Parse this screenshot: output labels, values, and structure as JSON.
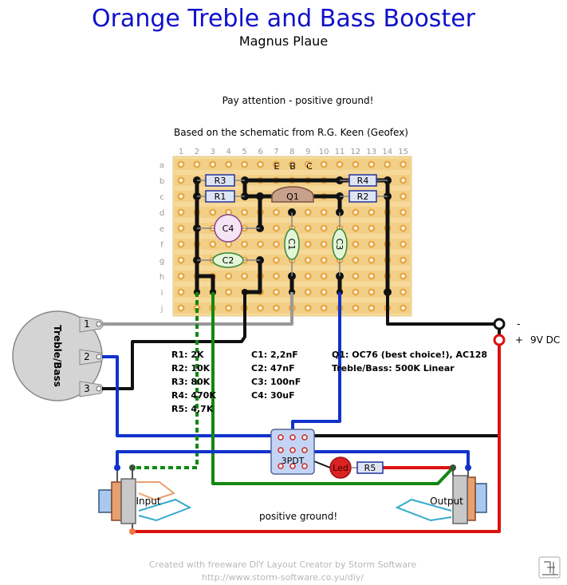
{
  "header": {
    "title": "Orange Treble and Bass Booster",
    "subtitle": "Magnus Plaue",
    "note_ground": "Pay attention - positive ground!",
    "note_source": "Based on the schematic from R.G. Keen (Geofex)"
  },
  "board": {
    "column_labels": [
      "1",
      "2",
      "3",
      "4",
      "5",
      "6",
      "7",
      "8",
      "9",
      "10",
      "11",
      "12",
      "13",
      "14",
      "15"
    ],
    "row_labels": [
      "a",
      "b",
      "c",
      "d",
      "e",
      "f",
      "g",
      "h",
      "i",
      "j"
    ],
    "transistor_pins": [
      "E",
      "B",
      "C"
    ],
    "strip_color": "#f6d99a",
    "pad_color": "#e8a33a"
  },
  "components": {
    "r3": "R3",
    "r1": "R1",
    "r4": "R4",
    "r2": "R2",
    "q1": "Q1",
    "c4": "C4",
    "c2": "C2",
    "c1": "C1",
    "c3": "C3",
    "led": "Led",
    "r5": "R5",
    "switch": "3PDT"
  },
  "pot": {
    "label": "Treble/Bass",
    "pins": [
      "1",
      "2",
      "3"
    ]
  },
  "power": {
    "minus": "-",
    "plus": "+",
    "label": "9V DC",
    "plus_color": "#dd1111",
    "minus_color": "#111111"
  },
  "jacks": {
    "input": "Input",
    "output": "Output"
  },
  "parts_list": {
    "resistors": [
      "R1: 2K",
      "R2: 10K",
      "R3: 80K",
      "R4: 470K",
      "R5: 4,7K"
    ],
    "capacitors": [
      "C1: 2,2nF",
      "C2: 47nF",
      "C3: 100nF",
      "C4: 30uF"
    ],
    "other": [
      "Q1: OC76 (best choice!), AC128",
      "Treble/Bass: 500K Linear"
    ]
  },
  "ground_note": "positive ground!",
  "footer": {
    "line1": "Created with freeware DIY Layout Creator by Storm Software",
    "line2": "http://www.storm-software.co.yu/diy/"
  },
  "colors": {
    "title": "#1010cc",
    "wire_blue": "#1133cc",
    "wire_green": "#118811",
    "wire_red": "#dd1111",
    "wire_gray": "#999999",
    "wire_black": "#111111"
  }
}
